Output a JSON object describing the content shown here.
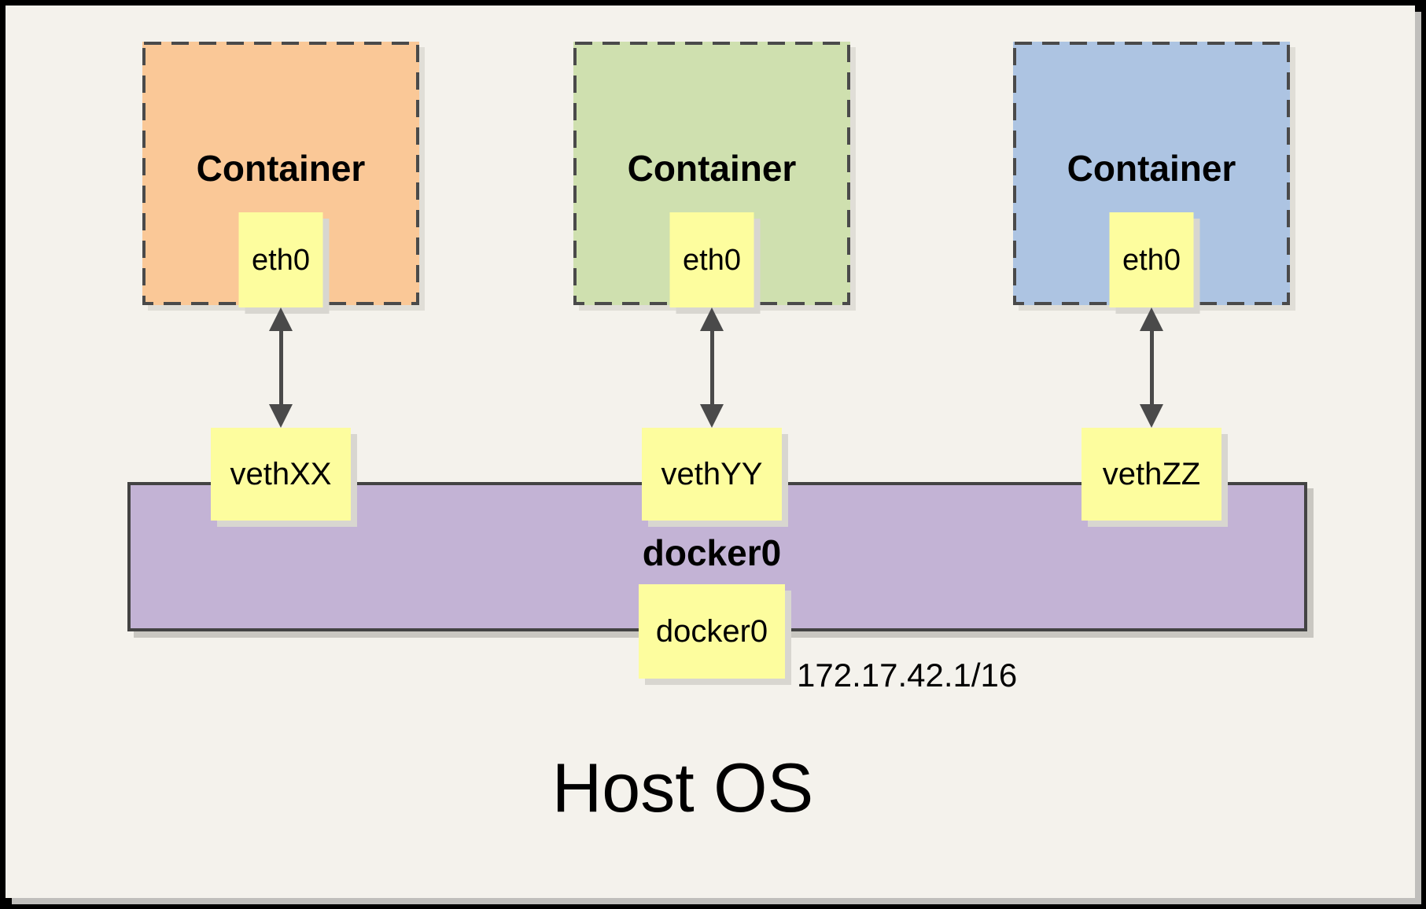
{
  "containers": [
    {
      "title": "Container",
      "interface": "eth0",
      "fill": "#fac897"
    },
    {
      "title": "Container",
      "interface": "eth0",
      "fill": "#cfe0af"
    },
    {
      "title": "Container",
      "interface": "eth0",
      "fill": "#adc4e2"
    }
  ],
  "veths": [
    {
      "label": "vethXX"
    },
    {
      "label": "vethYY"
    },
    {
      "label": "vethZZ"
    }
  ],
  "bridge": {
    "title": "docker0",
    "interface": "docker0",
    "ip": "172.17.42.1/16",
    "fill": "#c3b3d5"
  },
  "host": {
    "label": "Host OS"
  },
  "palette": {
    "page_background": "#f4f2ec",
    "frame_border": "#000000",
    "note_fill": "#fdfd9e",
    "dashed_border": "#4a4a4a",
    "connector": "#4a4a4a",
    "bar_border": "#434343"
  }
}
